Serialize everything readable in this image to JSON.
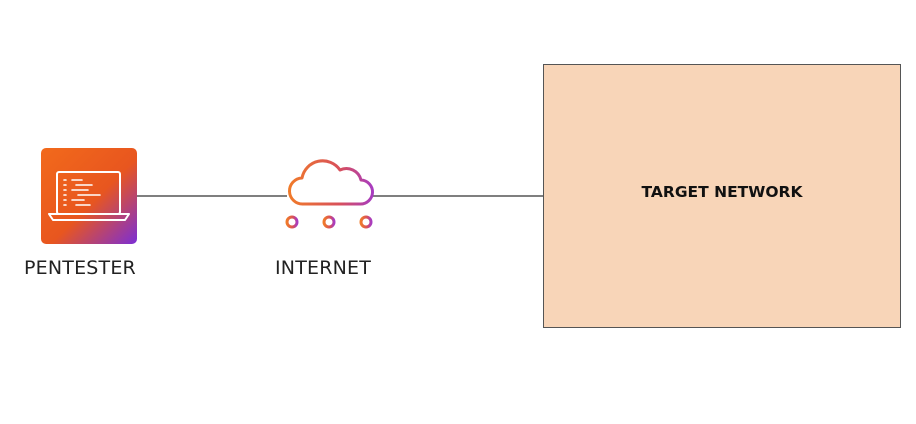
{
  "nodes": {
    "pentester": {
      "label": "PENTESTER",
      "icon": "laptop-terminal-icon"
    },
    "internet": {
      "label": "INTERNET",
      "icon": "cloud-network-icon"
    },
    "target_network": {
      "label": "TARGET NETWORK"
    }
  },
  "edges": [
    {
      "from": "pentester",
      "to": "internet"
    },
    {
      "from": "internet",
      "to": "target_network"
    }
  ],
  "colors": {
    "icon_gradient_start": "#f26a1b",
    "icon_gradient_end": "#7b2ed6",
    "cloud_stroke_start": "#f07a2a",
    "cloud_stroke_end": "#a83cc0",
    "target_fill": "#f8d5b8",
    "connector": "#555555"
  }
}
